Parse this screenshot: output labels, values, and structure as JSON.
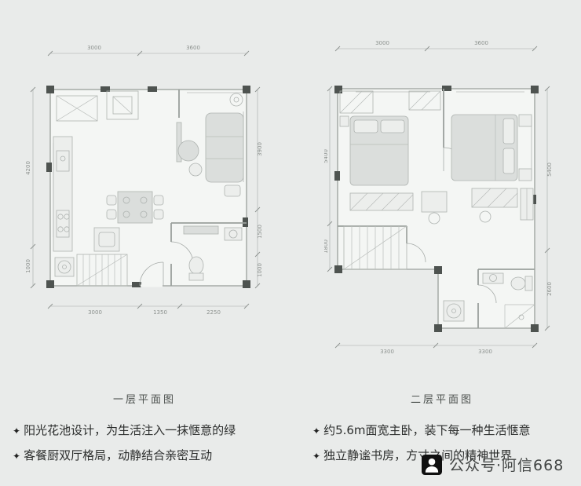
{
  "page": {
    "background": "#e9ebea"
  },
  "plans": [
    {
      "caption": "一层平面图",
      "dims": {
        "top": [
          "3000",
          "3600"
        ],
        "bottom": [
          "3000",
          "1350",
          "2250"
        ],
        "left": [
          "4200",
          "1000"
        ],
        "right": [
          "3900",
          "1500",
          "1000"
        ]
      }
    },
    {
      "caption": "二层平面图",
      "dims": {
        "top": [
          "3000",
          "3600"
        ],
        "bottom": [
          "3300",
          "3300"
        ],
        "left": [
          "5400",
          "1800"
        ],
        "right": [
          "5400",
          "2600"
        ]
      }
    }
  ],
  "features": {
    "marker": "✦",
    "left": [
      "阳光花池设计，为生活注入一抹惬意的绿",
      "客餐厨双厅格局，动静结合亲密互动"
    ],
    "right": [
      "约5.6m面宽主卧，装下每一种生活惬意",
      "独立静谧书房，方寸之间的精神世界"
    ]
  },
  "watermark": {
    "icon": "official-account-person-icon",
    "text": "公众号·阿信668"
  }
}
